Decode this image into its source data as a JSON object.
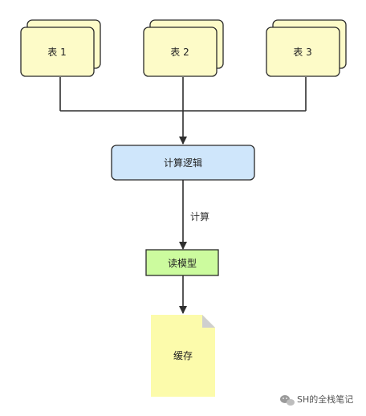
{
  "diagram": {
    "tables": [
      {
        "label": "表 1"
      },
      {
        "label": "表 2"
      },
      {
        "label": "表 3"
      }
    ],
    "compute_logic": {
      "label": "计算逻辑"
    },
    "edge_compute": {
      "label": "计算"
    },
    "read_model": {
      "label": "读模型"
    },
    "cache": {
      "label": "缓存"
    }
  },
  "watermark": {
    "text": "SH的全栈笔记"
  },
  "colors": {
    "table_fill": "#fdfbc8",
    "table_stroke": "#2a2a2a",
    "logic_fill": "#cfe6fb",
    "read_model_fill": "#ccfb9e",
    "cache_fill": "#fcfbab",
    "cache_fold": "#cfcfcf",
    "connector": "#2f2f2f"
  },
  "icons": {
    "watermark": "wechat-icon"
  }
}
